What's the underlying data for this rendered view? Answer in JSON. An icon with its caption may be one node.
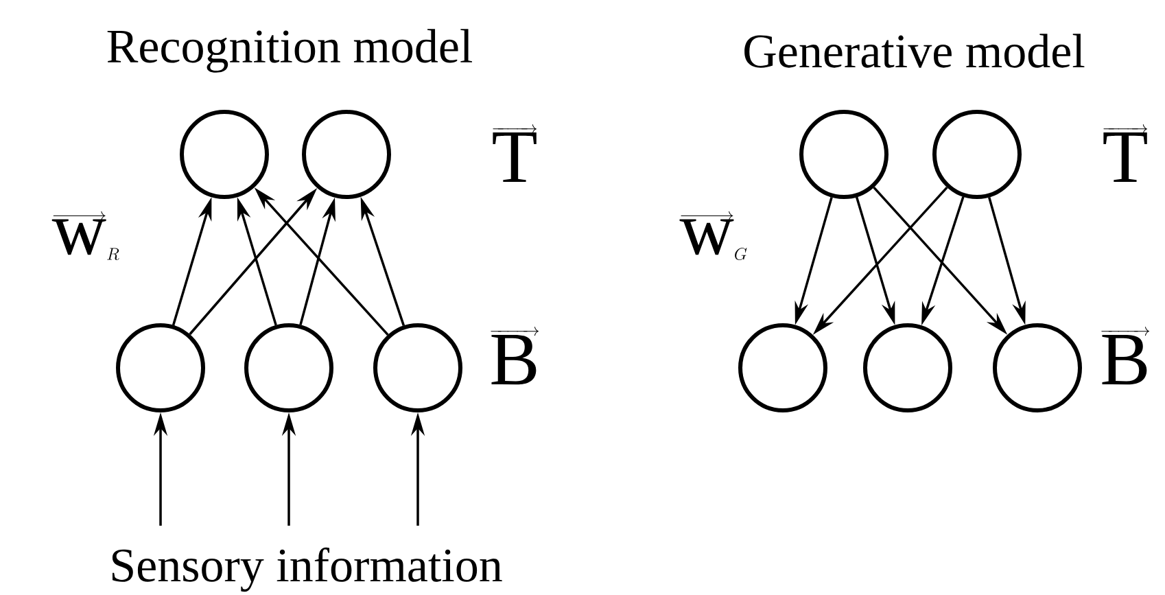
{
  "diagram": {
    "nodes": [
      {
        "text": [],
        "shape": "circle"
      },
      {
        "text": [],
        "shape": "circle"
      },
      {
        "text": [],
        "shape": "circle"
      },
      {
        "text": [],
        "shape": "circle"
      },
      {
        "text": [],
        "shape": "circle"
      },
      {
        "text": [],
        "shape": "circle"
      },
      {
        "text": [],
        "shape": "circle"
      },
      {
        "text": [],
        "shape": "circle"
      },
      {
        "text": [],
        "shape": "circle"
      },
      {
        "text": [],
        "shape": "circle"
      }
    ],
    "edges": [
      {
        "from": 2,
        "to": 0,
        "arrow": "to"
      },
      {
        "from": 2,
        "to": 1,
        "arrow": "to"
      },
      {
        "from": 3,
        "to": 0,
        "arrow": "to"
      },
      {
        "from": 3,
        "to": 1,
        "arrow": "to"
      },
      {
        "from": 4,
        "to": 0,
        "arrow": "to"
      },
      {
        "from": 4,
        "to": 1,
        "arrow": "to"
      },
      {
        "from": null,
        "to": 2,
        "arrow": "to"
      },
      {
        "from": null,
        "to": 3,
        "arrow": "to"
      },
      {
        "from": null,
        "to": 4,
        "arrow": "to"
      },
      {
        "from": 5,
        "to": 7,
        "arrow": "to"
      },
      {
        "from": 5,
        "to": 8,
        "arrow": "to"
      },
      {
        "from": 5,
        "to": 9,
        "arrow": "to"
      },
      {
        "from": 6,
        "to": 7,
        "arrow": "to"
      },
      {
        "from": 6,
        "to": 8,
        "arrow": "to"
      },
      {
        "from": 6,
        "to": 9,
        "arrow": "to"
      }
    ],
    "labels": [
      "Recognition model",
      "Generative model",
      "\\overrightarrow{\\mathrm{T}}",
      "\\overrightarrow{\\mathrm{T}}",
      "\\overrightarrow{\\mathrm{w}}_{\\textstyle R}",
      "\\overrightarrow{\\mathrm{w}}_{\\textstyle G}",
      "\\overrightarrow{\\mathrm{B}}",
      "\\overrightarrow{\\mathrm{B}}",
      "Sensory information"
    ]
  }
}
